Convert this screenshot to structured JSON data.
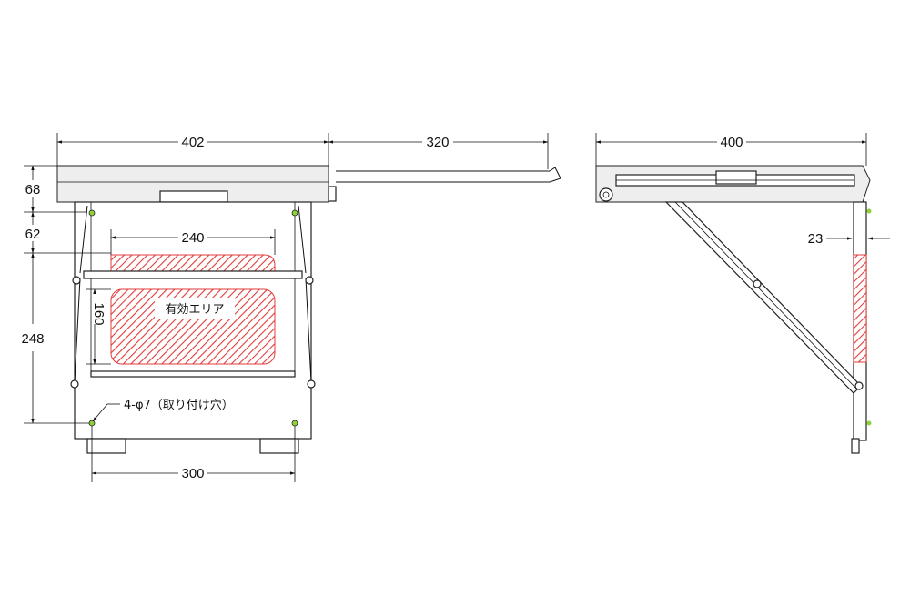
{
  "dimensions": {
    "front_width": "402",
    "extension": "320",
    "side_depth": "400",
    "inner_width": "240",
    "hole_pitch": "300",
    "height_top": "68",
    "height_upper": "62",
    "height_lower": "248",
    "effective_height": "160",
    "side_offset": "23"
  },
  "labels": {
    "effective_area": "有効エリア",
    "mounting_holes": "4-φ7（取り付け穴）"
  },
  "colors": {
    "hatch": "#e23b3b",
    "line": "#111111",
    "hole": "#8fd13a"
  }
}
